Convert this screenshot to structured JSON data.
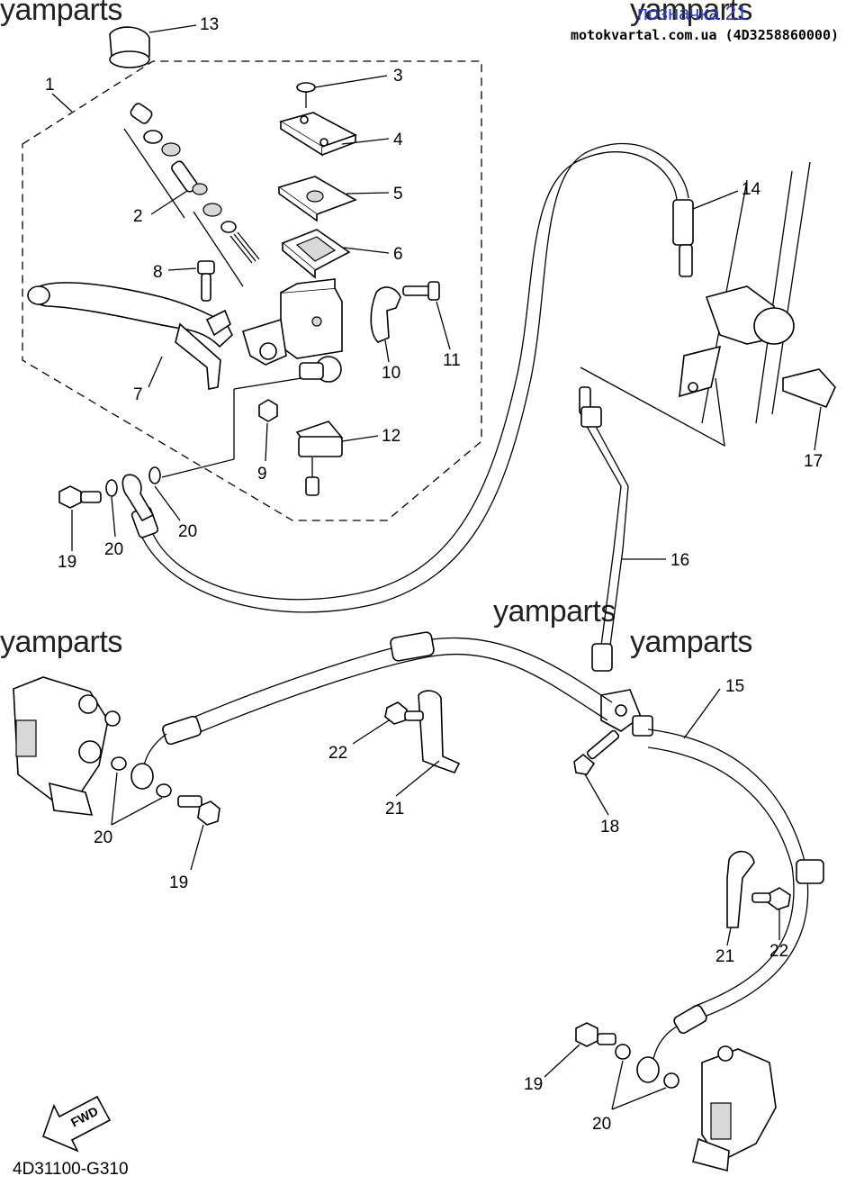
{
  "watermarks": [
    "yamparts",
    "yamparts",
    "yamparts",
    "yamparts",
    "yamparts"
  ],
  "header": {
    "page_link": "позначка 21",
    "source_note": "motokvartal.com.ua (4D3258860000)"
  },
  "figure_code": "4D31100-G310",
  "fwd_label": "FWD",
  "callouts": [
    {
      "id": "c1",
      "label": "1"
    },
    {
      "id": "c2",
      "label": "2"
    },
    {
      "id": "c3",
      "label": "3"
    },
    {
      "id": "c4",
      "label": "4"
    },
    {
      "id": "c5",
      "label": "5"
    },
    {
      "id": "c6",
      "label": "6"
    },
    {
      "id": "c7",
      "label": "7"
    },
    {
      "id": "c8",
      "label": "8"
    },
    {
      "id": "c9",
      "label": "9"
    },
    {
      "id": "c10",
      "label": "10"
    },
    {
      "id": "c11",
      "label": "11"
    },
    {
      "id": "c12",
      "label": "12"
    },
    {
      "id": "c13",
      "label": "13"
    },
    {
      "id": "c14",
      "label": "14"
    },
    {
      "id": "c15",
      "label": "15"
    },
    {
      "id": "c16",
      "label": "16"
    },
    {
      "id": "c17",
      "label": "17"
    },
    {
      "id": "c18",
      "label": "18"
    },
    {
      "id": "c19a",
      "label": "19"
    },
    {
      "id": "c19b",
      "label": "19"
    },
    {
      "id": "c19c",
      "label": "19"
    },
    {
      "id": "c20a",
      "label": "20"
    },
    {
      "id": "c20b",
      "label": "20"
    },
    {
      "id": "c20c",
      "label": "20"
    },
    {
      "id": "c20d",
      "label": "20"
    },
    {
      "id": "c21a",
      "label": "21"
    },
    {
      "id": "c21b",
      "label": "21"
    },
    {
      "id": "c22a",
      "label": "22"
    },
    {
      "id": "c22b",
      "label": "22"
    }
  ]
}
